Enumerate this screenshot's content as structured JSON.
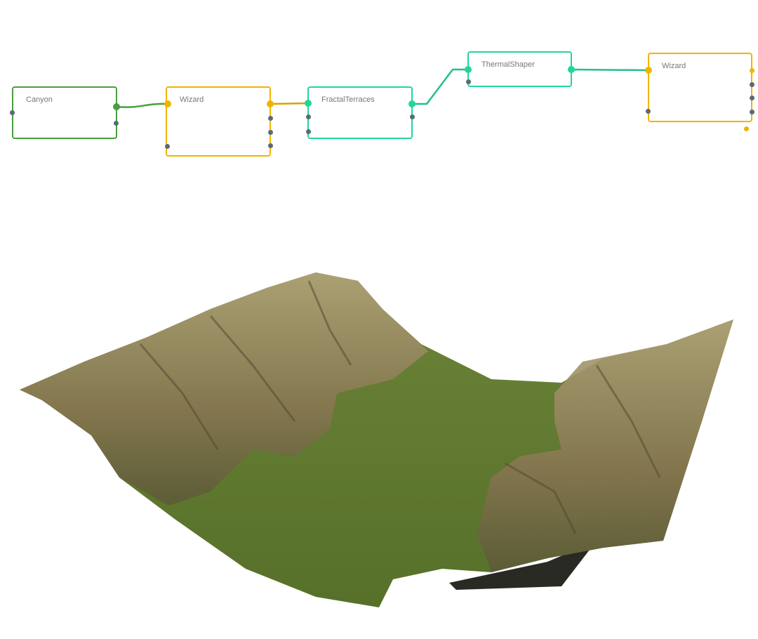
{
  "graph": {
    "nodes": [
      {
        "label": "Canyon",
        "color": "#4a9e3e"
      },
      {
        "label": "Wizard",
        "color": "#f0b400"
      },
      {
        "label": "FractalTerraces",
        "color": "#22d69a"
      },
      {
        "label": "ThermalShaper",
        "color": "#22d69a"
      },
      {
        "label": "Wizard",
        "color": "#f0b400"
      }
    ]
  },
  "viewport": {
    "content": "terrain-preview",
    "colors": {
      "valley": "#5f7a2e",
      "rock": "#9a8a60",
      "shadow": "#2a2a22"
    }
  }
}
